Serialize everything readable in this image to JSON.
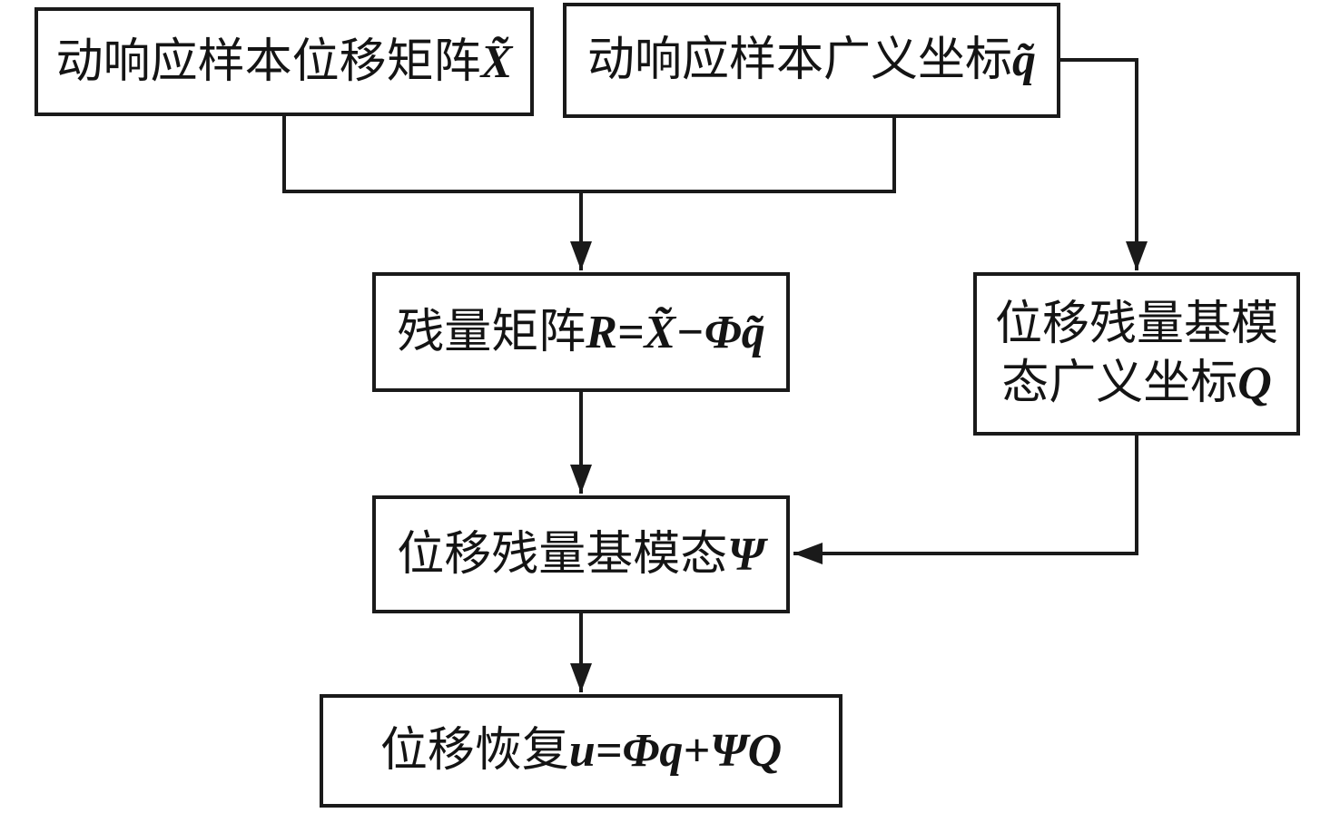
{
  "diagram": {
    "type": "flowchart",
    "colors": {
      "line": "#1a1a1a",
      "box_border": "#1a1a1a",
      "background": "#ffffff",
      "text": "#141414"
    },
    "nodes": [
      {
        "id": "sample-displacement-matrix",
        "label_cn": "动响应样本位移矩阵",
        "label_math": "X̃"
      },
      {
        "id": "sample-generalized-coords",
        "label_cn": "动响应样本广义坐标",
        "label_math": "q̃"
      },
      {
        "id": "residual-matrix",
        "label_cn": "残量矩阵",
        "label_math": "R=X̃−Φq̃"
      },
      {
        "id": "residual-modal-generalized-coords",
        "label_cn": "位移残量基模态广义坐标",
        "label_math": "Q"
      },
      {
        "id": "displacement-residual-modes",
        "label_cn": "位移残量基模态",
        "label_math": "Ψ"
      },
      {
        "id": "displacement-recovery",
        "label_cn": "位移恢复",
        "label_math": "u=Φq+ΨQ"
      }
    ],
    "edges": [
      {
        "from": "sample-displacement-matrix",
        "to": "residual-matrix"
      },
      {
        "from": "sample-generalized-coords",
        "to": "residual-matrix"
      },
      {
        "from": "sample-generalized-coords",
        "to": "residual-modal-generalized-coords"
      },
      {
        "from": "residual-matrix",
        "to": "displacement-residual-modes"
      },
      {
        "from": "residual-modal-generalized-coords",
        "to": "displacement-residual-modes"
      },
      {
        "from": "displacement-residual-modes",
        "to": "displacement-recovery"
      }
    ]
  }
}
